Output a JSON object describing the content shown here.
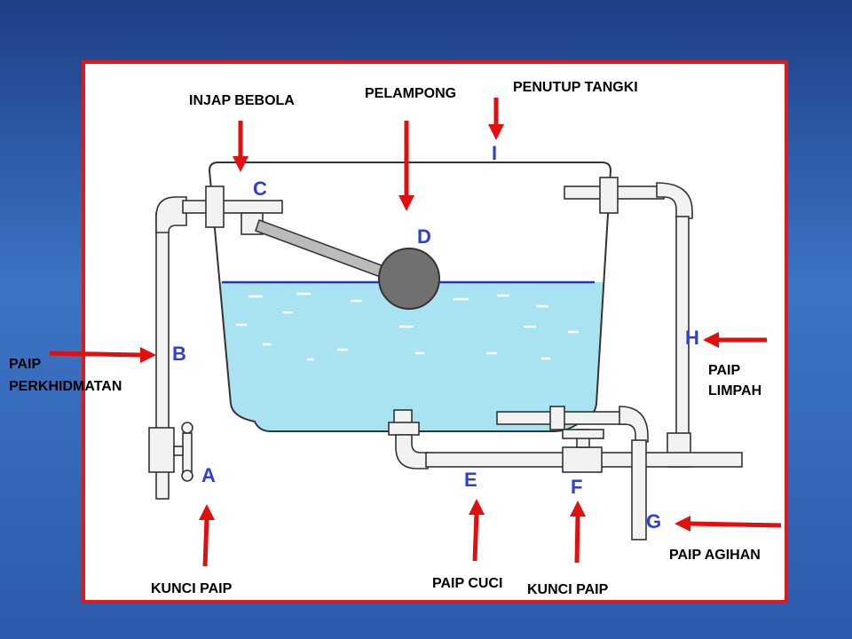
{
  "labels": {
    "injap_bebola": "INJAP BEBOLA",
    "pelampong": "PELAMPONG",
    "penutup_tangki": "PENUTUP TANGKI",
    "paip_perkhidmatan_1": "PAIP",
    "paip_perkhidmatan_2": "PERKHIDMATAN",
    "paip_limpah_1": "PAIP",
    "paip_limpah_2": "LIMPAH",
    "paip_agihan": "PAIP AGIHAN",
    "kunci_paip_left": "KUNCI PAIP",
    "paip_cuci": "PAIP CUCI",
    "kunci_paip_right": "KUNCI PAIP"
  },
  "letters": {
    "a": "A",
    "b": "B",
    "c": "C",
    "d": "D",
    "e": "E",
    "f": "F",
    "g": "G",
    "h": "H",
    "i": "I"
  },
  "colors": {
    "frame": "#e01a1a",
    "arrow": "#e01010",
    "water": "#a9e3f2",
    "water_line": "#2233cc",
    "letter": "#2f3fd6",
    "float": "#707070"
  }
}
